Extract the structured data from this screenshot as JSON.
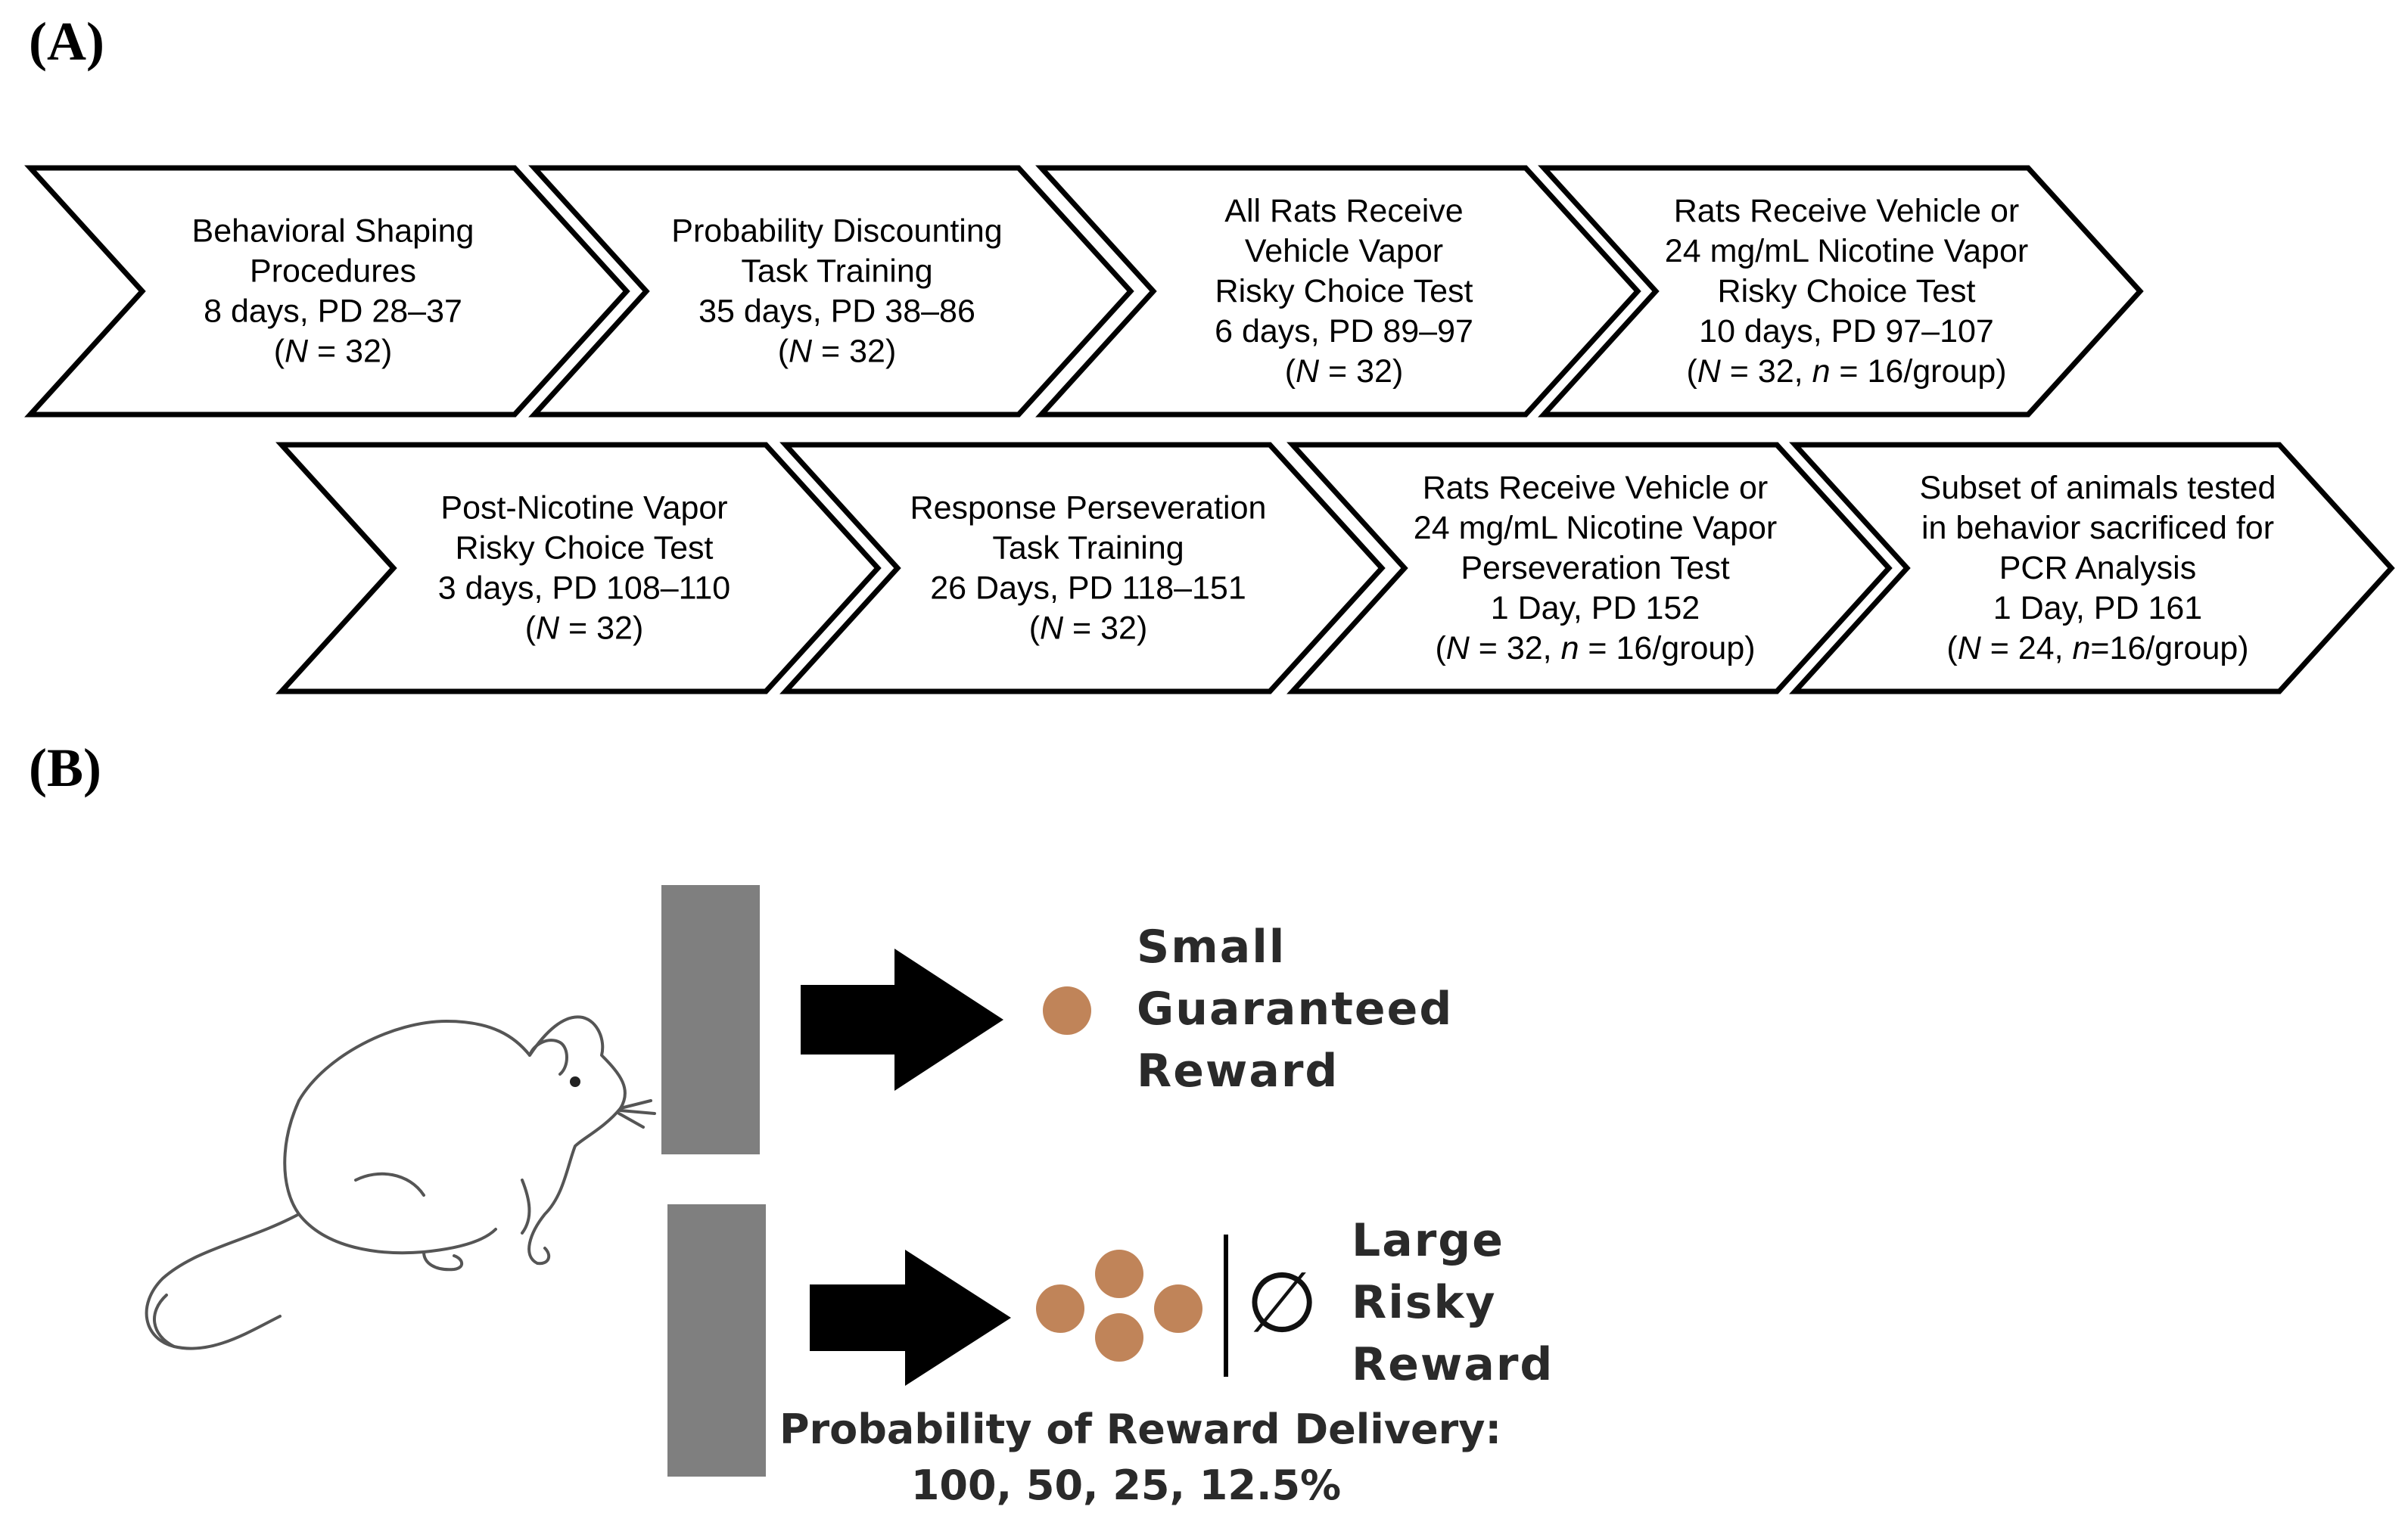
{
  "panel_a": {
    "label_open": "(",
    "label_letter": "A",
    "label_close": ")",
    "steps": [
      {
        "lines": [
          "Behavioral Shaping",
          "Procedures",
          "8 days, PD 28–37",
          "(|N| = 32)"
        ]
      },
      {
        "lines": [
          "Probability Discounting",
          "Task Training",
          "35 days, PD 38–86",
          "(|N| = 32)"
        ]
      },
      {
        "lines": [
          "All Rats Receive",
          "Vehicle Vapor",
          "Risky Choice Test",
          "6 days, PD 89–97",
          "(|N| = 32)"
        ]
      },
      {
        "lines": [
          "Rats Receive Vehicle or",
          "24 mg/mL Nicotine Vapor",
          "Risky Choice Test",
          "10 days, PD 97–107",
          "(|N| = 32, |n| = 16/group)"
        ]
      },
      {
        "lines": [
          "Post-Nicotine Vapor",
          "Risky Choice Test",
          "3 days, PD 108–110",
          "(|N| = 32)"
        ]
      },
      {
        "lines": [
          "Response Perseveration",
          "Task Training",
          "26 Days, PD 118–151",
          "(|N| = 32)"
        ]
      },
      {
        "lines": [
          "Rats Receive Vehicle or",
          "24 mg/mL Nicotine Vapor",
          "Perseveration Test",
          "1 Day, PD 152",
          "(|N| = 32, |n| = 16/group)"
        ]
      },
      {
        "lines": [
          "Subset of animals tested",
          "in behavior sacrificed for",
          "PCR Analysis",
          "1 Day, PD 161",
          "(|N| = 24, |n|=16/group)"
        ]
      }
    ]
  },
  "panel_b": {
    "label_open": "(",
    "label_letter": "B",
    "label_close": ")",
    "small_reward": [
      "Small",
      "Guaranteed",
      "Reward"
    ],
    "large_reward": [
      "Large",
      "Risky",
      "Reward"
    ],
    "null_symbol": "∅",
    "probability_title": "Probability of Reward Delivery:",
    "probability_values": "100, 50, 25, 12.5%",
    "colors": {
      "lever": "#7f7f7f",
      "pellet": "#c08459",
      "arrow": "#000000",
      "outline": "#000000"
    },
    "icons": [
      "rat-illustration",
      "lever-icon",
      "arrow-icon",
      "pellet-icon"
    ]
  }
}
